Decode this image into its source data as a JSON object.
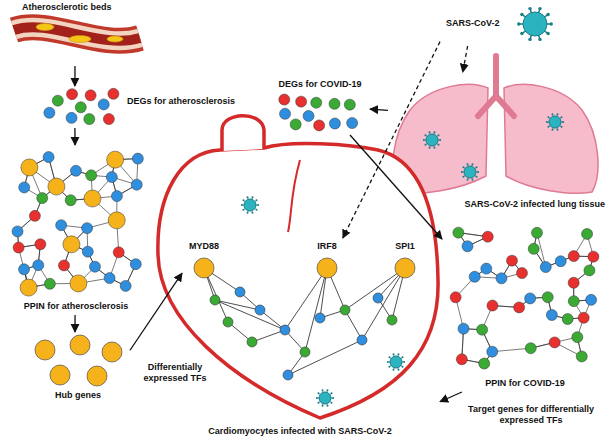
{
  "diagram": {
    "nodes": [
      {
        "text": [
          "Atherosclerotic beds"
        ]
      },
      {
        "text": [
          "DEGs for atherosclerosis"
        ]
      },
      {
        "text": [
          "PPIN for atherosclerosis"
        ]
      },
      {
        "text": [
          "Hub genes"
        ]
      },
      {
        "text": [
          "SARS-CoV-2"
        ]
      },
      {
        "text": [
          "SARS-CoV-2 infected lung tissue"
        ]
      },
      {
        "text": [
          "DEGs for COVID-19"
        ]
      },
      {
        "text": [
          "PPIN for COVID-19"
        ]
      },
      {
        "text": [
          "Cardiomyocytes infected with SARS-CoV-2"
        ]
      },
      {
        "text": [
          "MYD88"
        ],
        "in": 8
      },
      {
        "text": [
          "IRF8"
        ],
        "in": 8
      },
      {
        "text": [
          "SPI1"
        ],
        "in": 8
      }
    ],
    "edges": [
      {
        "from": 0,
        "to": 1,
        "arrow": "to"
      },
      {
        "from": 1,
        "to": 2,
        "arrow": "to"
      },
      {
        "from": 2,
        "to": 3,
        "arrow": "to"
      },
      {
        "from": 3,
        "to": 9,
        "label": "Differentially expressed TFs",
        "arrow": "to"
      },
      {
        "from": 4,
        "to": 5,
        "arrow": "to"
      },
      {
        "from": 4,
        "to": 10,
        "arrow": "to"
      },
      {
        "from": 5,
        "to": 6,
        "arrow": "to"
      },
      {
        "from": 6,
        "to": 7,
        "arrow": "to"
      },
      {
        "from": 7,
        "to": 8,
        "label": "Target genes for differentially expressed TFs",
        "arrow": "to"
      }
    ]
  }
}
